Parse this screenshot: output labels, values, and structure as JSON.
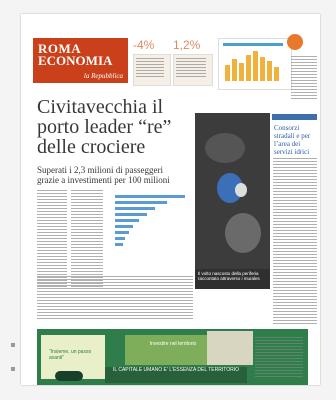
{
  "masthead": {
    "line1": "ROMA",
    "line2": "ECONOMIA",
    "brand": "la Repubblica"
  },
  "stats": {
    "s1": "-4%",
    "s2": "1,2%"
  },
  "headline": {
    "main": "Civitavecchia il porto leader “re” delle crociere",
    "sub": "Superati i 2,3 milioni di passeggeri grazie a investimenti per 100 milioni"
  },
  "photo": {
    "caption": "Il volto nascosto della periferia raccontato attraverso i murales"
  },
  "right_column": {
    "title": "Consorzi stradali e per l’area dei servizi idrici"
  },
  "ad": {
    "quote": "“Insieme, un passo avanti”",
    "mid": "Investire nel territorio",
    "bottom": "IL CAPITALE UMANO E' L'ESSENZA DEL TERRITORIO"
  },
  "colors": {
    "masthead": "#c9401b",
    "accent_orange": "#e08a63",
    "ad_green": "#2f7d4b",
    "headline_blue": "#2d5d9f"
  }
}
